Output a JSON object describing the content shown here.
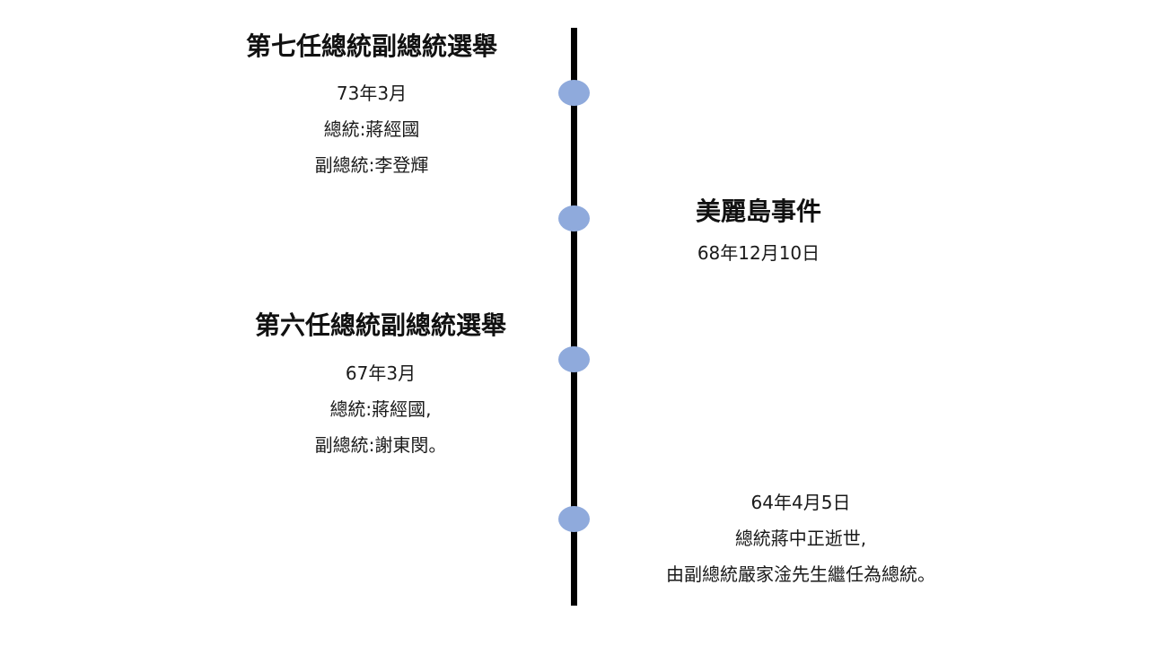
{
  "colors": {
    "axis": "#000000",
    "marker": "#8faadc",
    "text": "#1a1a1a"
  },
  "events": [
    {
      "title": "第七任總統副總統選舉",
      "date": "73年3月",
      "lines": [
        "總統:蔣經國",
        "副總統:李登輝"
      ]
    },
    {
      "title": "美麗島事件",
      "date": "68年12月10日",
      "lines": []
    },
    {
      "title": "第六任總統副總統選舉",
      "date": "67年3月",
      "lines": [
        "總統:蔣經國,",
        "副總統:謝東閔。"
      ]
    },
    {
      "title": "",
      "date": "64年4月5日",
      "lines": [
        "總統蔣中正逝世,",
        "由副總統嚴家淦先生繼任為總統。"
      ]
    }
  ]
}
